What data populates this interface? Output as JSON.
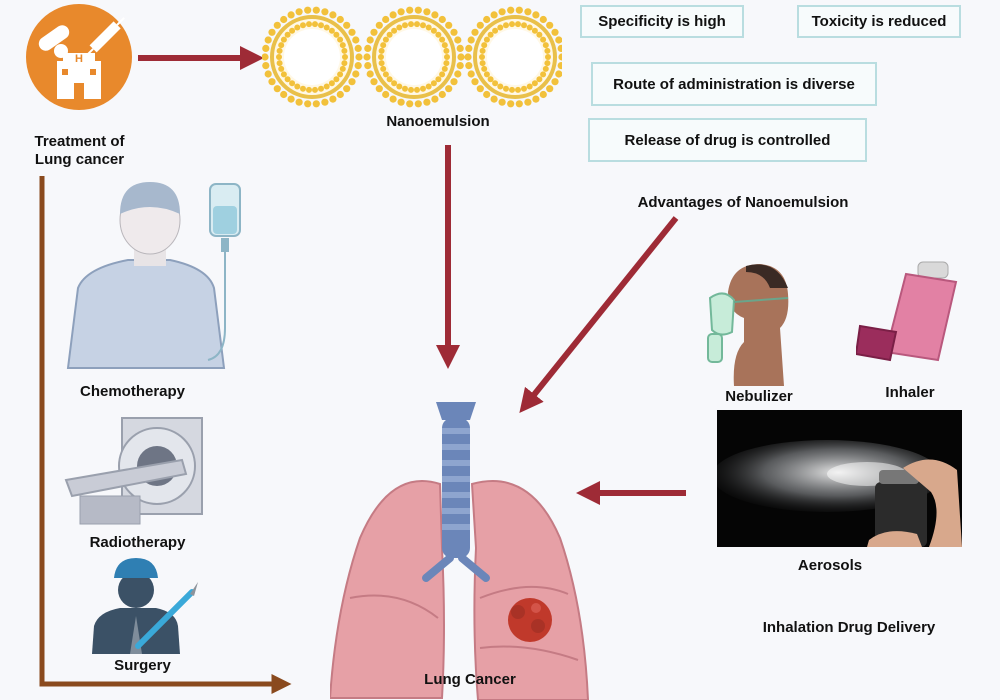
{
  "treatment": {
    "label": "Treatment of\nLung cancer"
  },
  "nanoemulsion": {
    "label": "Nanoemulsion"
  },
  "advantages": {
    "items": [
      "Specificity is high",
      "Toxicity is reduced",
      "Route of administration is diverse",
      "Release of drug is controlled"
    ],
    "title": "Advantages of Nanoemulsion"
  },
  "therapies": [
    "Chemotherapy",
    "Radiotherapy",
    "Surgery"
  ],
  "inhalation": {
    "nebulizer": "Nebulizer",
    "inhaler": "Inhaler",
    "aerosols": "Aerosols",
    "title": "Inhalation Drug Delivery"
  },
  "target": {
    "label": "Lung Cancer"
  },
  "colors": {
    "arrow_red": "#9e2b36",
    "arrow_brown": "#8a4a1e",
    "hospital_orange": "#e8892c",
    "lung_pink": "#e6a0a6",
    "trachea_blue": "#6b86b9",
    "tumor_red": "#c0392b",
    "advantage_border": "#b9dde0"
  },
  "icons": [
    "hospital-icon",
    "pills-icon",
    "syringe-icon",
    "iv-bag-icon",
    "mri-scanner-icon",
    "surgeon-icon",
    "scalpel-icon",
    "nebulizer-mask-icon",
    "inhaler-icon",
    "spray-can-icon",
    "lungs-icon",
    "tumor-icon"
  ]
}
